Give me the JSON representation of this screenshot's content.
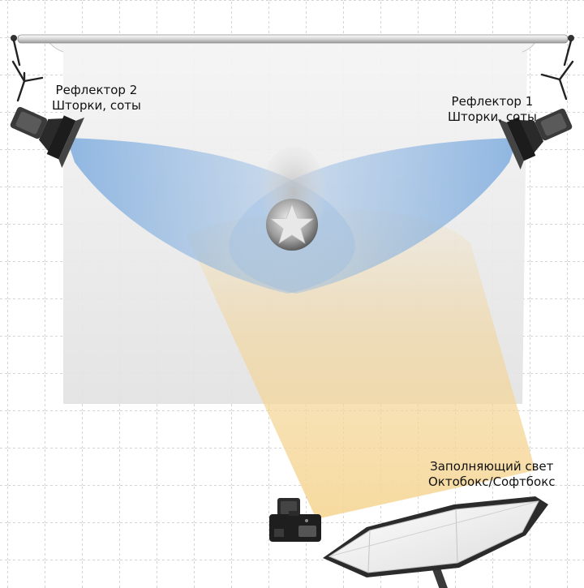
{
  "labels": {
    "reflector_left": {
      "name": "Рефлектор 2",
      "modifier": "Шторки, соты"
    },
    "reflector_right": {
      "name": "Рефлектор 1",
      "modifier": "Шторки, соты"
    },
    "fill_light": {
      "name": "Заполняющий свет",
      "modifier": "Октобокс/Софтбокс"
    }
  },
  "icons": {
    "subject": "star-subject-icon",
    "camera": "camera-icon",
    "reflector_left": "reflector-light-icon",
    "reflector_right": "reflector-light-icon",
    "fill_light": "softbox-icon",
    "stands": "light-stand-icon"
  },
  "colors": {
    "background": "#ffffff",
    "grid_line": "#a8a8a8",
    "backdrop": "#e9e9e9",
    "reflector_beam": "#6fa3dc",
    "fill_beam": "#f3d393",
    "light_head": "#3a3a3a"
  }
}
